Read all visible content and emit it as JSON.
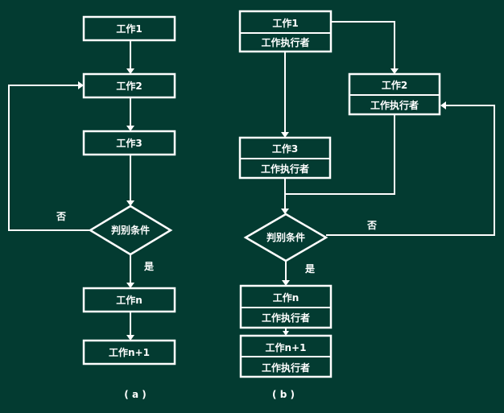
{
  "diagram_a": {
    "caption": "( a )",
    "step1": "工作1",
    "step2": "工作2",
    "step3": "工作3",
    "decision": "判别条件",
    "no_label": "否",
    "yes_label": "是",
    "step_n": "工作n",
    "step_n1": "工作n+1"
  },
  "diagram_b": {
    "caption": "( b )",
    "step1": "工作1",
    "step1_exec": "工作执行者",
    "step2": "工作2",
    "step2_exec": "工作执行者",
    "step3": "工作3",
    "step3_exec": "工作执行者",
    "decision": "判别条件",
    "no_label": "否",
    "yes_label": "是",
    "step_n": "工作n",
    "step_n_exec": "工作执行者",
    "step_n1": "工作n+1",
    "step_n1_exec": "工作执行者"
  },
  "colors": {
    "background": "#033b31",
    "foreground": "#ffffff"
  }
}
